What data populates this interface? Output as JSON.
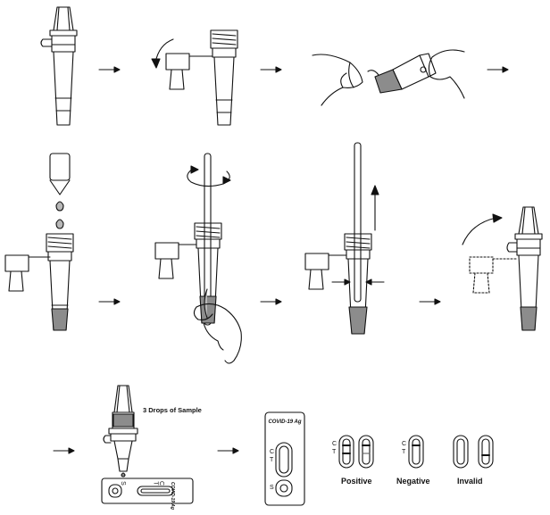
{
  "instructions": {
    "drops_label": "3 Drops of Sample",
    "cassette_title": "COVID-19 Ag",
    "marks": {
      "control": "C",
      "test": "T",
      "sample": "S"
    }
  },
  "results": {
    "positive": "Positive",
    "negative": "Negative",
    "invalid": "Invalid"
  },
  "colors": {
    "line": "#111111",
    "liquid": "#8c8c8c",
    "liquid_light": "#b8b8b8",
    "result_line": "#222222"
  }
}
